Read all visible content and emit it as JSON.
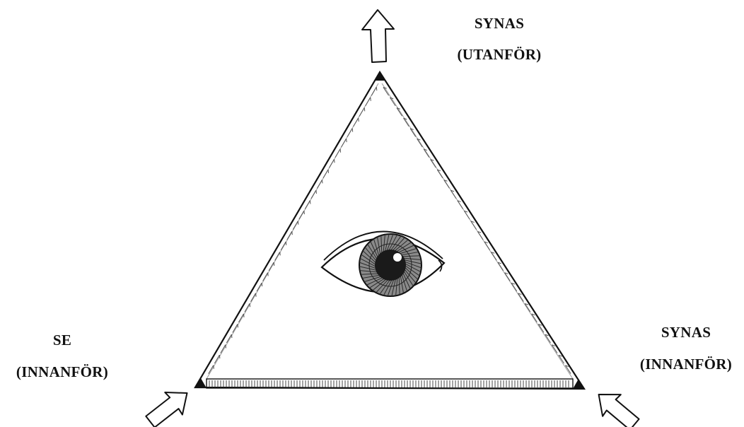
{
  "labels": {
    "top": {
      "line1": "SYNAS",
      "line2": "(UTANFÖR)"
    },
    "left": {
      "line1": "SE",
      "line2": "(INNANFÖR)"
    },
    "right": {
      "line1": "SYNAS",
      "line2": "(INNANFÖR)"
    }
  },
  "colors": {
    "ink": "#111111",
    "iris": "#8a8a8a",
    "pupil": "#1a1a1a",
    "paper": "#ffffff"
  },
  "icons": {
    "eye": "eye-icon",
    "arrow_out": "arrow-up-icon",
    "arrow_in_left": "arrow-inward-left-icon",
    "arrow_in_right": "arrow-inward-right-icon"
  }
}
